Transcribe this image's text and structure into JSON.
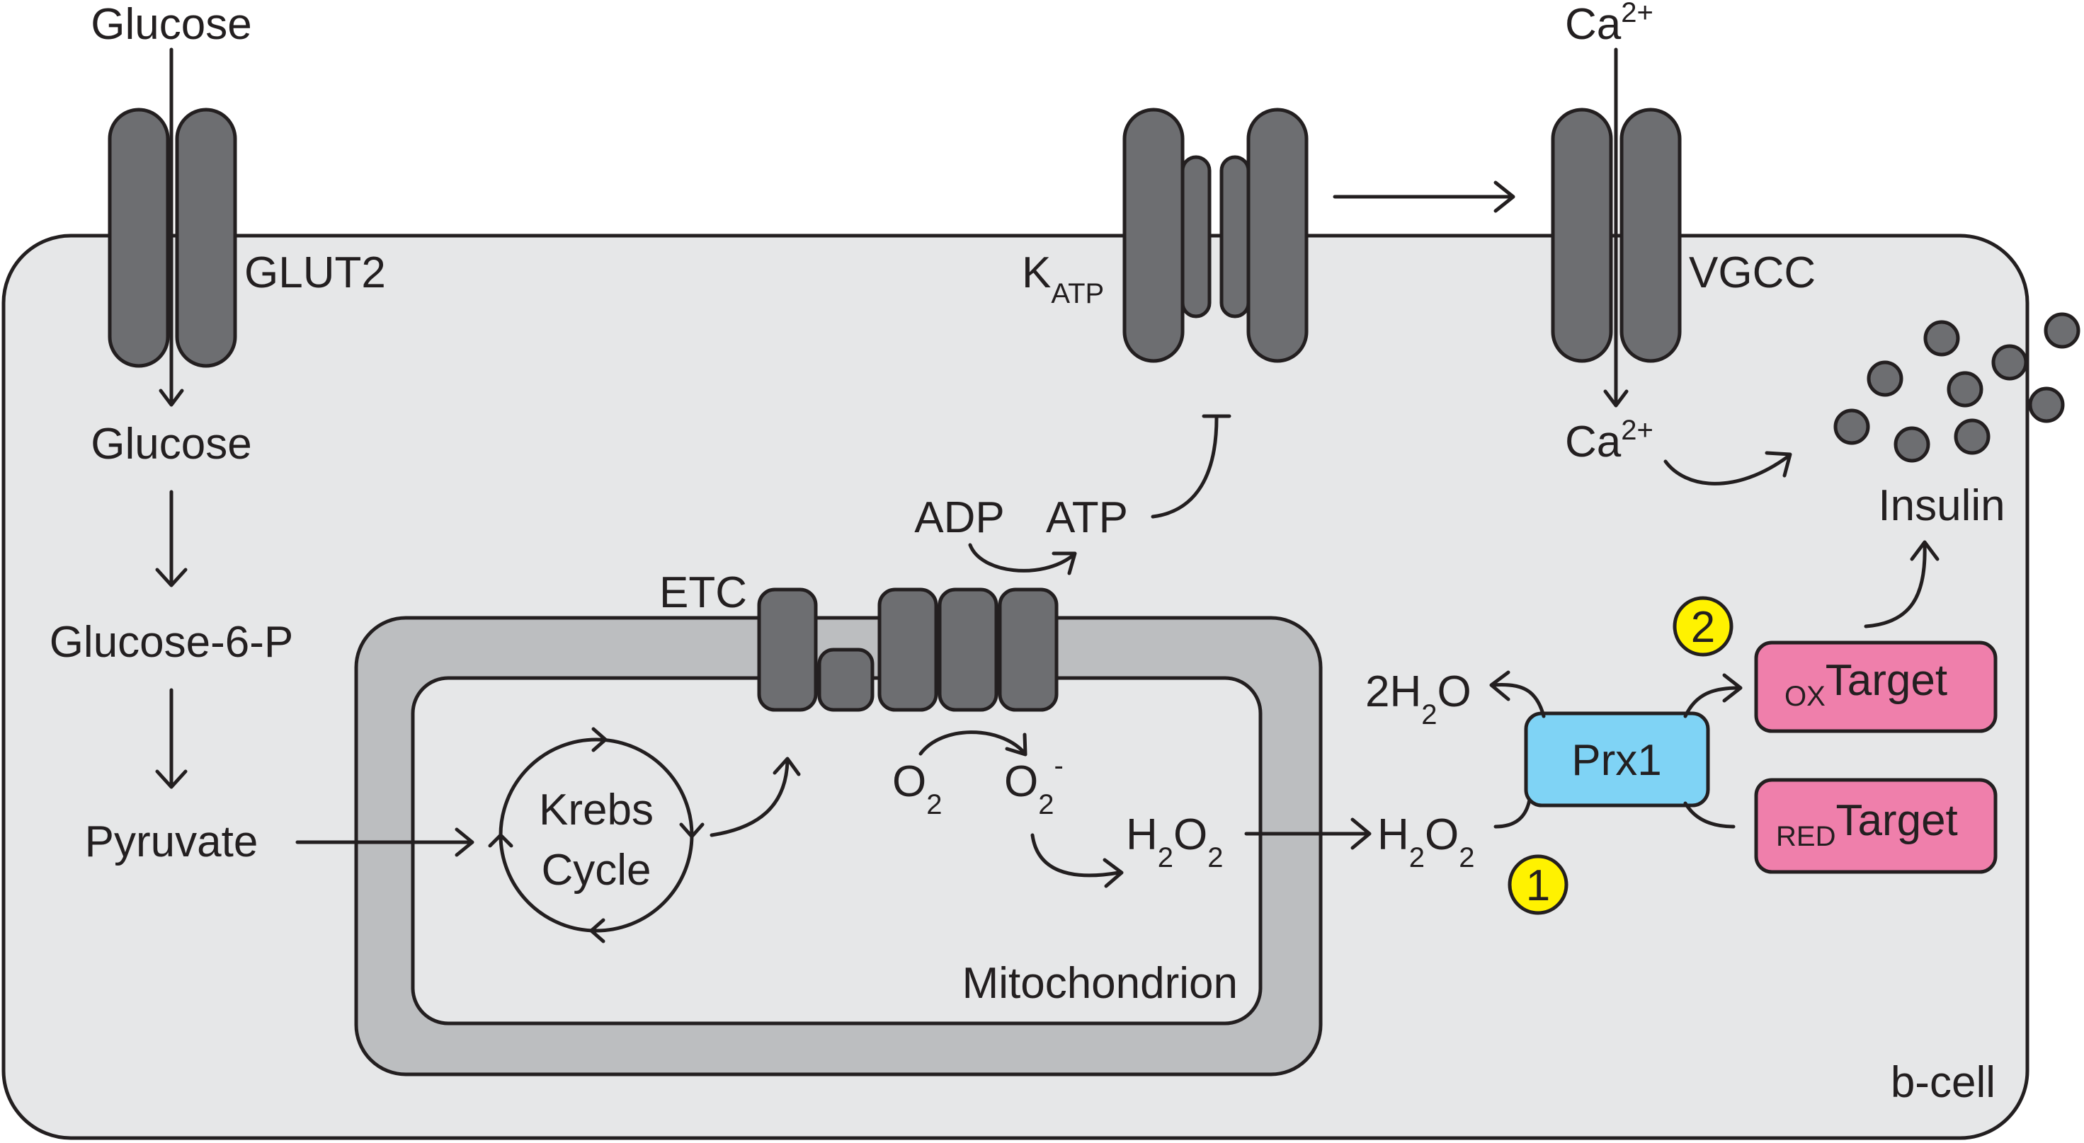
{
  "cell": {
    "label": "b-cell",
    "color": "#e6e7e8"
  },
  "mitochondrion": {
    "label": "Mitochondrion",
    "outer_color": "#bcbec0",
    "inner_color": "#e6e7e8"
  },
  "channel_color": "#6d6e71",
  "transporters": {
    "glut2": {
      "label": "GLUT2"
    },
    "katp": {
      "label": "K",
      "sub": "ATP"
    },
    "vgcc": {
      "label": "VGCC"
    }
  },
  "metabolites": {
    "glucose_out": "Glucose",
    "glucose_in": "Glucose",
    "g6p": "Glucose-6-P",
    "pyruvate": "Pyruvate",
    "krebs_line1": "Krebs",
    "krebs_line2": "Cycle",
    "etc": "ETC",
    "adp": "ADP",
    "atp": "ATP",
    "o2": {
      "main": "O",
      "sub": "2"
    },
    "superoxide": {
      "main": "O",
      "sub": "2",
      "sup": "-"
    },
    "h2o2_mito": {
      "a": "H",
      "s1": "2",
      "b": "O",
      "s2": "2"
    },
    "h2o2_cyto": {
      "a": "H",
      "s1": "2",
      "b": "O",
      "s2": "2"
    },
    "water": {
      "a": "2H",
      "s1": "2",
      "b": "O"
    },
    "ca_out": {
      "main": "Ca",
      "sup": "2+"
    },
    "ca_in": {
      "main": "Ca",
      "sup": "2+"
    },
    "insulin": "Insulin"
  },
  "prx1": {
    "label": "Prx1",
    "color": "#7fd3f5"
  },
  "targets": {
    "ox": {
      "sub": "OX",
      "label": "Target"
    },
    "red": {
      "sub": "RED",
      "label": "Target"
    },
    "color": "#ef7fab"
  },
  "steps": {
    "one": "1",
    "two": "2",
    "color": "#fff200"
  },
  "granule_color": "#6d6e71"
}
